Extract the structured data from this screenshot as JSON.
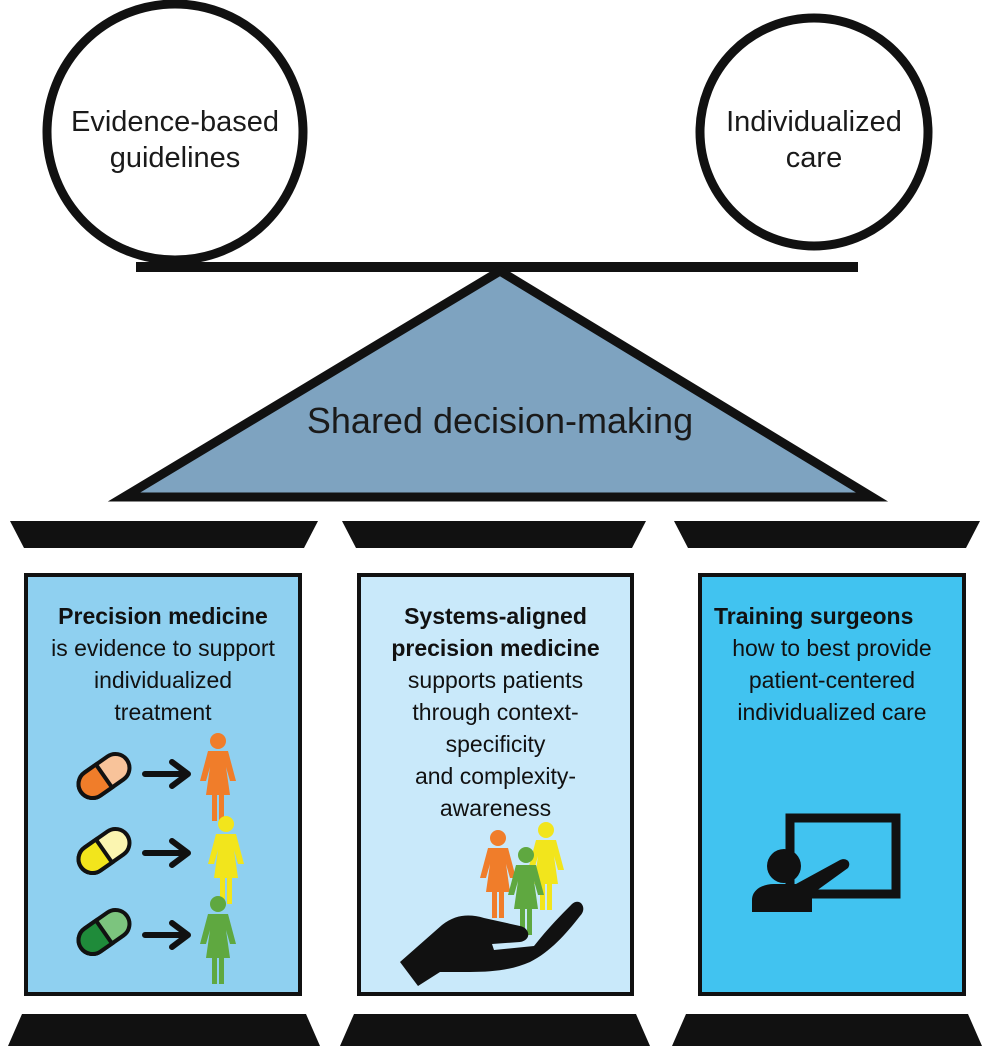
{
  "balance": {
    "left_circle": [
      "Evidence-based",
      "guidelines"
    ],
    "right_circle": [
      "Individualized",
      "care"
    ],
    "fulcrum_label": "Shared decision-making"
  },
  "pillars": [
    {
      "heading": "Precision medicine",
      "body": [
        "is evidence to support",
        "individualized",
        "treatment"
      ],
      "fill": "#8fd0f0",
      "icons": [
        "pill-orange-icon",
        "pill-yellow-icon",
        "pill-green-icon",
        "arrow-icon",
        "person-orange-icon",
        "person-yellow-icon",
        "person-green-icon"
      ]
    },
    {
      "heading_lines": [
        "Systems-aligned",
        "precision medicine"
      ],
      "body": [
        "supports patients",
        "through context-",
        "specificity",
        "and complexity-",
        "awareness"
      ],
      "fill": "#c9e9fa",
      "icons": [
        "open-hand-icon",
        "people-group-icon"
      ]
    },
    {
      "heading": "Training surgeons",
      "body": [
        "how to best provide",
        "patient-centered",
        "individualized care"
      ],
      "fill": "#41c3f0",
      "icons": [
        "teacher-at-board-icon"
      ]
    }
  ],
  "colors": {
    "fulcrum": "#7ea3c0",
    "orange": "#f07d2a",
    "yellow": "#f2e51c",
    "green": "#5fa840",
    "dark": "#111111"
  }
}
